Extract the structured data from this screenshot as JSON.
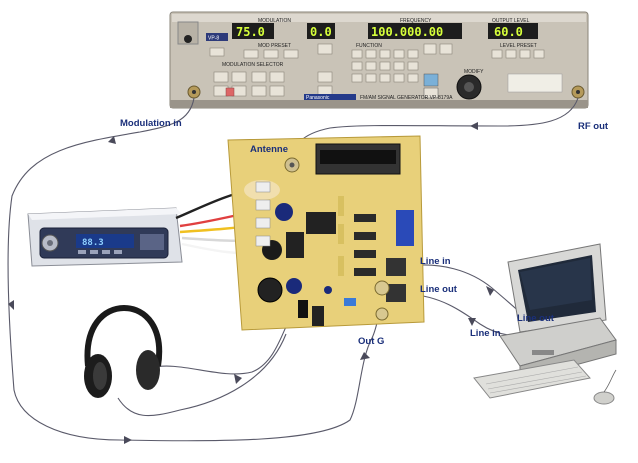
{
  "labels": {
    "modulation_in": "Modulation in",
    "rf_out": "RF out",
    "antenne": "Antenne",
    "line_in_board": "Line in",
    "line_out_board": "Line out",
    "out_g": "Out G",
    "line_out_pc": "Line out",
    "line_in_pc": "Line in"
  },
  "generator": {
    "brand": "Panasonic",
    "model_badge": "VP-8",
    "modulation_title": "MODULATION",
    "modulation_value": "75.0",
    "modulation_value2": "0.0",
    "frequency_title": "FREQUENCY",
    "frequency_value": "100.000.00",
    "output_level_title": "OUTPUT LEVEL",
    "output_level_value": "60.0",
    "mod_selector": "MODULATION SELECTOR",
    "mod_preset": "MOD PRESET",
    "function": "FUNCTION",
    "level_preset": "LEVEL PRESET",
    "modify": "MODIFY",
    "stereo_label": "FM/AM SIGNAL GENERATOR VP-8179A"
  },
  "radio": {
    "display": "88.3"
  },
  "colors": {
    "label_blue": "#1a2f7a",
    "wire": "#5a5a6a",
    "generator_body": "#c9c3b7",
    "lcd_green": "#d6ff3a",
    "pcb": "#e8d07a"
  }
}
